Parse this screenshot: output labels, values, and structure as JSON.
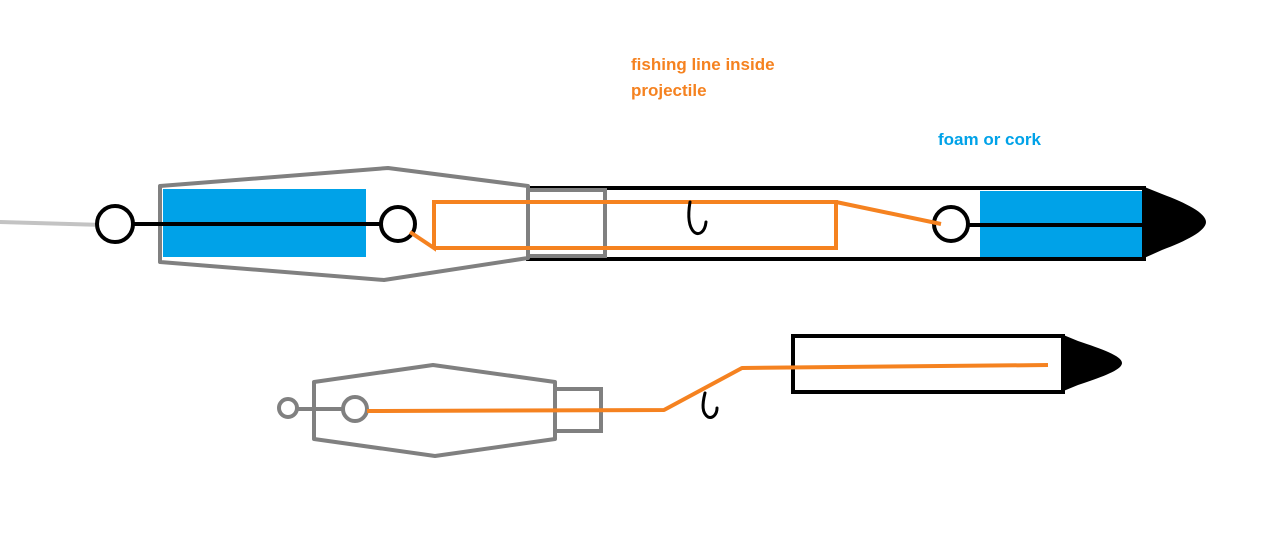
{
  "labels": {
    "fishing_line": {
      "line1": "fishing line inside",
      "line2": "projectile"
    },
    "foam": "foam or cork"
  },
  "colors": {
    "line": "#f58220",
    "foam": "#00a2e8",
    "shell": "#808080",
    "outline": "#000000",
    "leader": "#c3c3c3",
    "background": "#ffffff"
  },
  "icons": {
    "hook": "fishing-hook-icon",
    "ring": "eyelet-ring-icon",
    "tip": "nose-cone-icon"
  }
}
